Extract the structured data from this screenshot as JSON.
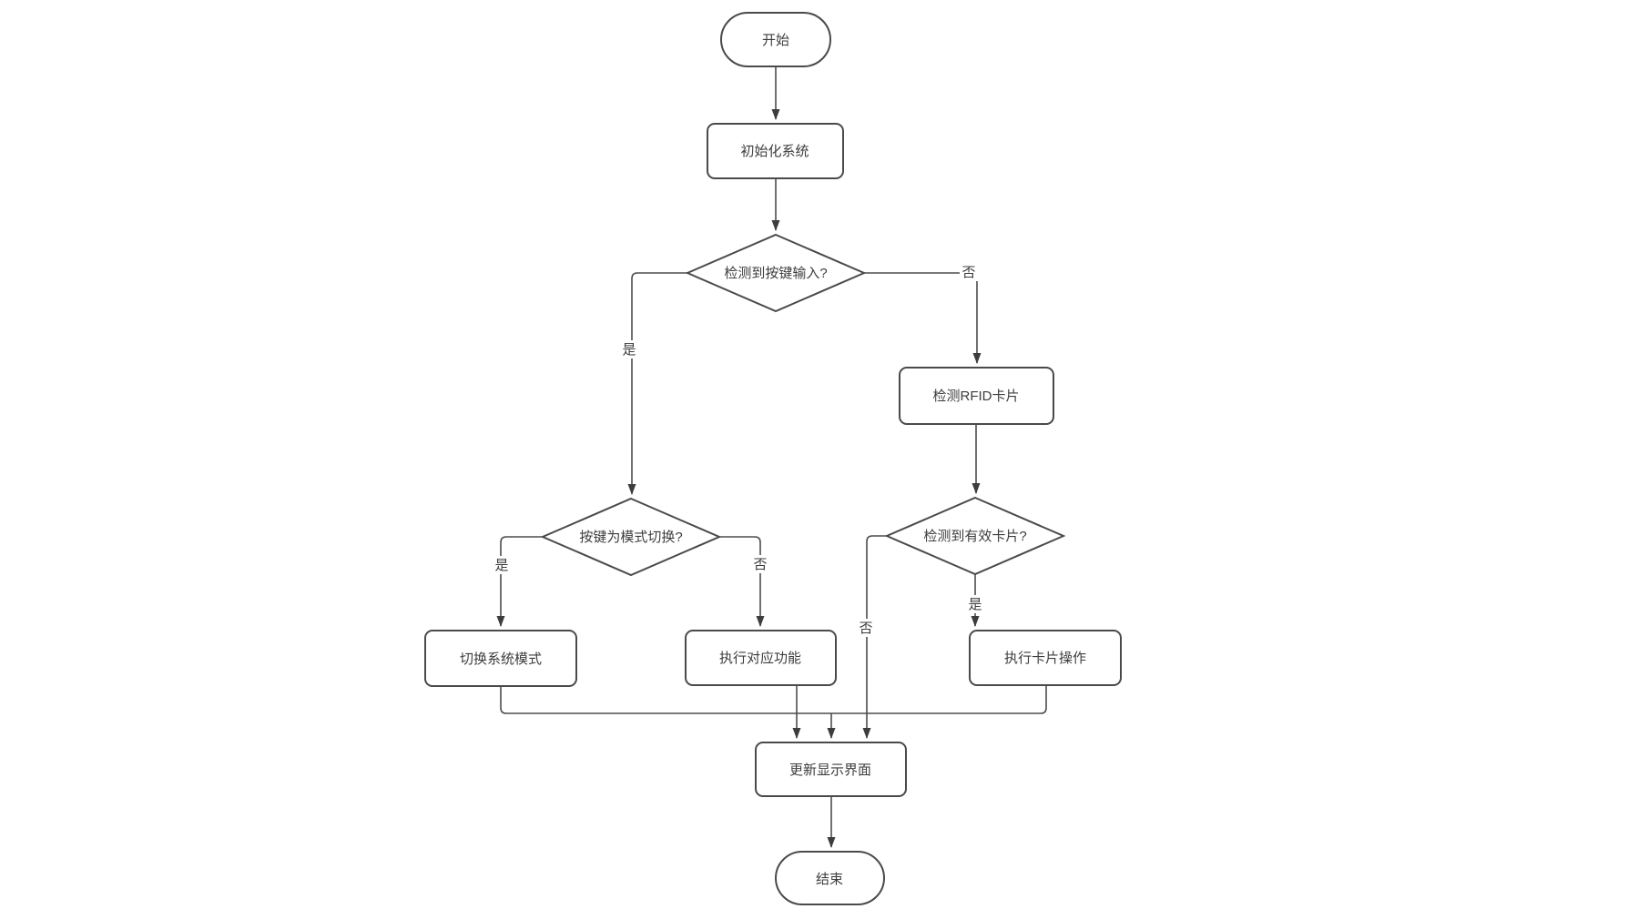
{
  "diagram": {
    "title": "RFID key-input system flowchart",
    "colors": {
      "background": "#ffffff",
      "node_fill": "#ffffff",
      "stroke": "#4d4d4d",
      "text": "#3d3d3d"
    },
    "nodes": {
      "start": {
        "type": "terminator",
        "label": "开始"
      },
      "init": {
        "type": "process",
        "label": "初始化系统"
      },
      "key_input": {
        "type": "decision",
        "label": "检测到按键输入?"
      },
      "rfid": {
        "type": "process",
        "label": "检测RFID卡片"
      },
      "mode_switch": {
        "type": "decision",
        "label": "按键为模式切换?"
      },
      "switch_mode": {
        "type": "process",
        "label": "切换系统模式"
      },
      "exec_func": {
        "type": "process",
        "label": "执行对应功能"
      },
      "valid_card": {
        "type": "decision",
        "label": "检测到有效卡片?"
      },
      "card_op": {
        "type": "process",
        "label": "执行卡片操作"
      },
      "update": {
        "type": "process",
        "label": "更新显示界面"
      },
      "end": {
        "type": "terminator",
        "label": "结束"
      }
    },
    "edges": {
      "key_input_yes": {
        "label": "是"
      },
      "key_input_no": {
        "label": "否"
      },
      "mode_switch_yes": {
        "label": "是"
      },
      "mode_switch_no": {
        "label": "否"
      },
      "valid_card_yes": {
        "label": "是"
      },
      "valid_card_no": {
        "label": "否"
      }
    }
  }
}
